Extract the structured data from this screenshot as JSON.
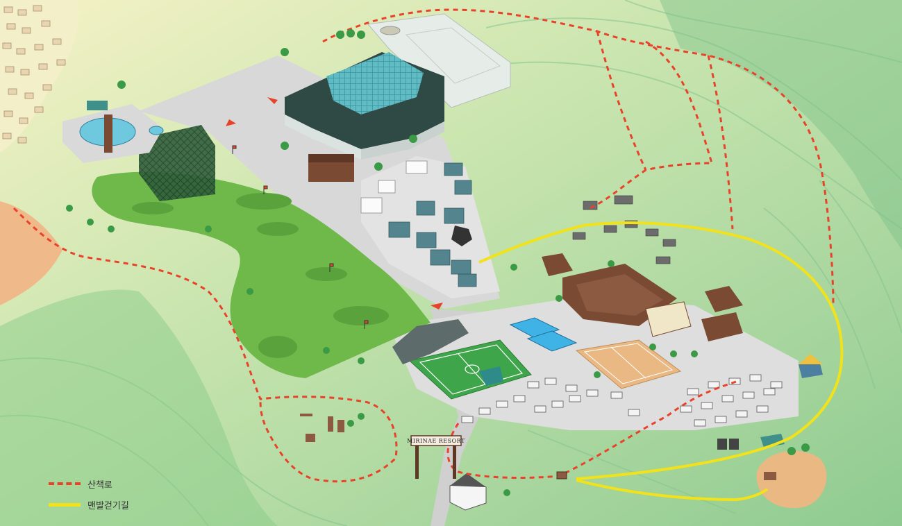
{
  "map": {
    "sign_text": "MIRINAE RESORT",
    "colors": {
      "background_light": "#f6f2c6",
      "background_green": "#9fd39a",
      "hill_dark": "#7cc189",
      "golf": "#6fb84a",
      "walking_trail": "#e8432a",
      "barefoot_trail": "#f2e21c",
      "roof_teal": "#3f8f8a",
      "roof_brown": "#7a4a32",
      "sand_field": "#e9b883",
      "soccer_field": "#3fa54a"
    }
  },
  "legend": {
    "items": [
      {
        "label": "산책로",
        "style": "dashed",
        "color": "#e8432a"
      },
      {
        "label": "맨발걷기길",
        "style": "solid",
        "color": "#f2e21c"
      }
    ]
  }
}
